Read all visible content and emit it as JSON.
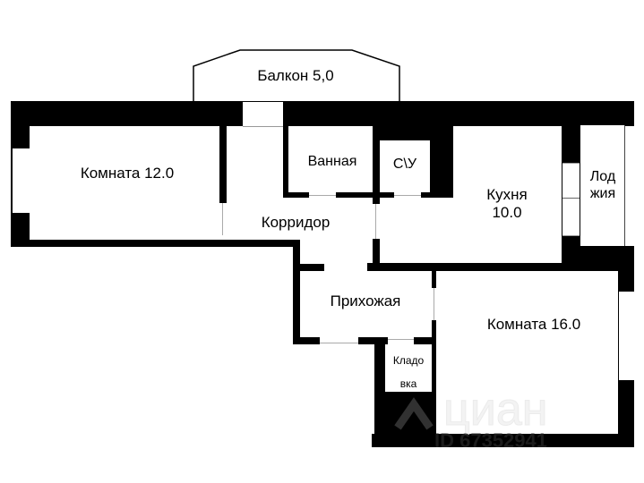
{
  "rooms": {
    "balcony": "Балкон 5,0",
    "room12": "Комната 12.0",
    "bathroom": "Ванная",
    "toilet": "С\\У",
    "kitchen_line1": "Кухня",
    "kitchen_line2": "10.0",
    "loggia_line1": "Лод",
    "loggia_line2": "жия",
    "corridor": "Корридор",
    "hallway": "Прихожая",
    "room16": "Комната 16.0",
    "storage_line1": "Кладо",
    "storage_line2": "вка"
  },
  "watermark": {
    "brand": "циан",
    "id": "ID 67352941"
  },
  "colors": {
    "wall": "#000000",
    "background": "#ffffff"
  }
}
